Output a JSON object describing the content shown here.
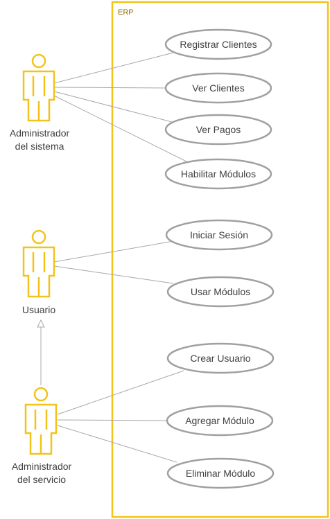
{
  "system": {
    "title": "ERP"
  },
  "colors": {
    "actor": "#f2c318",
    "boundary": "#f2c318",
    "usecase_stroke": "#a0a0a0",
    "line": "#a8a8a8",
    "text": "#404040"
  },
  "actors": [
    {
      "id": "admin-sistema",
      "line1": "Administrador",
      "line2": "del sistema"
    },
    {
      "id": "usuario",
      "line1": "Usuario",
      "line2": ""
    },
    {
      "id": "admin-servicio",
      "line1": "Administrador",
      "line2": "del servicio"
    }
  ],
  "use_cases": [
    {
      "id": "registrar-clientes",
      "label": "Registrar Clientes"
    },
    {
      "id": "ver-clientes",
      "label": "Ver Clientes"
    },
    {
      "id": "ver-pagos",
      "label": "Ver Pagos"
    },
    {
      "id": "habilitar-modulos",
      "label": "Habilitar Módulos"
    },
    {
      "id": "iniciar-sesion",
      "label": "Iniciar Sesión"
    },
    {
      "id": "usar-modulos",
      "label": "Usar Módulos"
    },
    {
      "id": "crear-usuario",
      "label": "Crear Usuario"
    },
    {
      "id": "agregar-modulo",
      "label": "Agregar Módulo"
    },
    {
      "id": "eliminar-modulo",
      "label": "Eliminar Módulo"
    }
  ],
  "associations": [
    {
      "actor": "admin-sistema",
      "use_case": "registrar-clientes"
    },
    {
      "actor": "admin-sistema",
      "use_case": "ver-clientes"
    },
    {
      "actor": "admin-sistema",
      "use_case": "ver-pagos"
    },
    {
      "actor": "admin-sistema",
      "use_case": "habilitar-modulos"
    },
    {
      "actor": "usuario",
      "use_case": "iniciar-sesion"
    },
    {
      "actor": "usuario",
      "use_case": "usar-modulos"
    },
    {
      "actor": "admin-servicio",
      "use_case": "crear-usuario"
    },
    {
      "actor": "admin-servicio",
      "use_case": "agregar-modulo"
    },
    {
      "actor": "admin-servicio",
      "use_case": "eliminar-modulo"
    }
  ],
  "generalizations": [
    {
      "from": "admin-servicio",
      "to": "usuario"
    }
  ]
}
